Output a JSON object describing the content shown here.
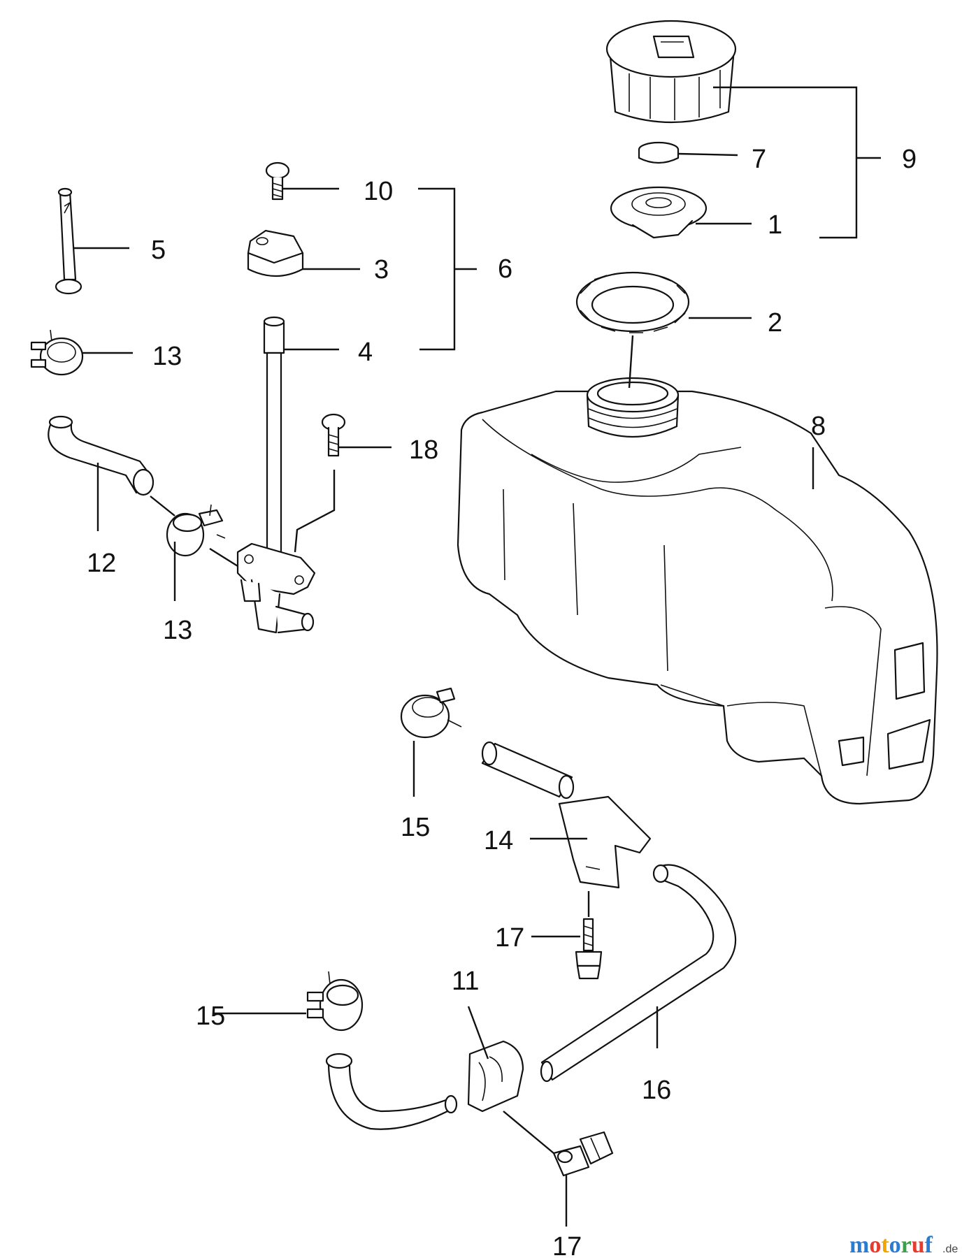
{
  "diagram": {
    "callouts": {
      "c1": "1",
      "c2": "2",
      "c3": "3",
      "c4": "4",
      "c5": "5",
      "c6": "6",
      "c7": "7",
      "c8": "8",
      "c9": "9",
      "c10": "10",
      "c11": "11",
      "c12": "12",
      "c13a": "13",
      "c13b": "13",
      "c14": "14",
      "c15a": "15",
      "c15b": "15",
      "c16": "16",
      "c17a": "17",
      "c17b": "17",
      "c18": "18"
    }
  },
  "watermark": {
    "brand": "motoruf",
    "tld": ".de",
    "colors": [
      "#2a7bd4",
      "#e63b2e",
      "#f0a500",
      "#2a7bd4",
      "#3aa04a",
      "#e63b2e",
      "#2a7bd4"
    ]
  }
}
